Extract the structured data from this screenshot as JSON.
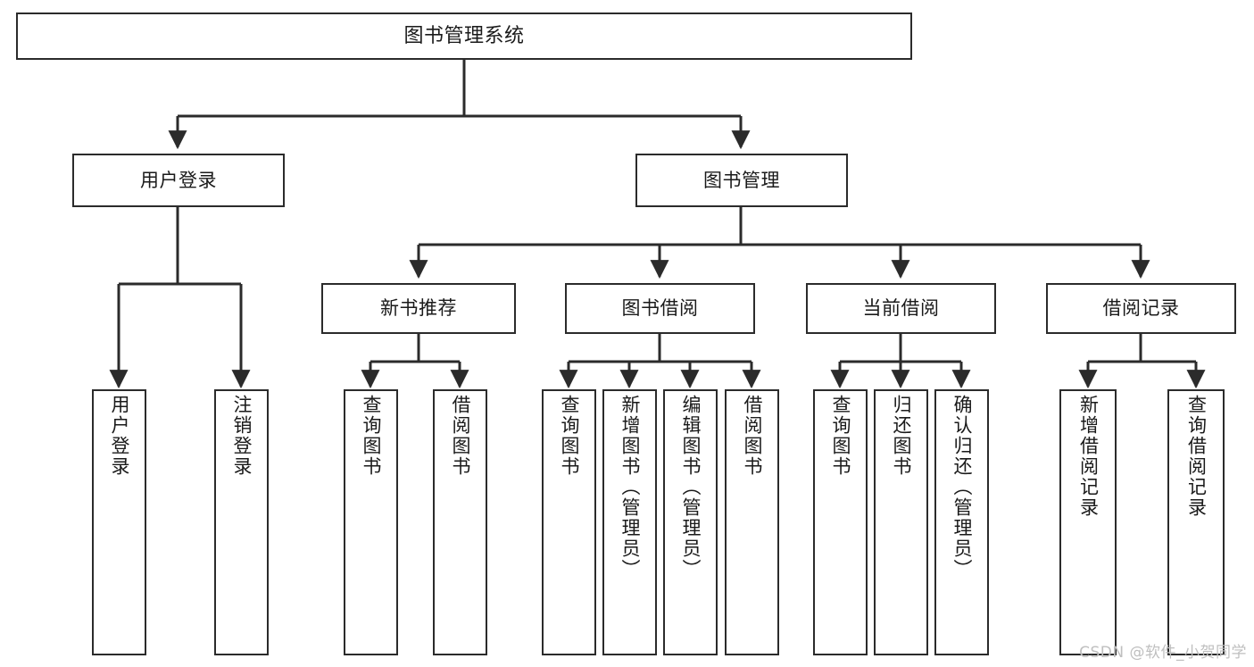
{
  "diagram": {
    "title": "图书管理系统",
    "type": "tree-hierarchy",
    "stroke_color": "#2b2b2b",
    "fill_color": "#ffffff",
    "text_color": "#1a1a1a"
  },
  "watermark": {
    "text": "CSDN @软件_小贺同学",
    "color": "#bfbfbf"
  },
  "nodes": {
    "root": {
      "label": "图书管理系统",
      "level": 0
    },
    "l1": [
      {
        "id": "user_login",
        "label": "用户登录"
      },
      {
        "id": "book_manage",
        "label": "图书管理"
      }
    ],
    "l2": [
      {
        "id": "new_book_rec",
        "label": "新书推荐"
      },
      {
        "id": "book_borrow",
        "label": "图书借阅"
      },
      {
        "id": "current_borrow",
        "label": "当前借阅"
      },
      {
        "id": "borrow_record",
        "label": "借阅记录"
      }
    ],
    "leaves": {
      "user_login": [
        {
          "id": "leaf_user_login",
          "label": "用户登录"
        },
        {
          "id": "leaf_logout",
          "label": "注销登录"
        }
      ],
      "new_book_rec": [
        {
          "id": "leaf_query_book_1",
          "label": "查询图书"
        },
        {
          "id": "leaf_borrow_book_1",
          "label": "借阅图书"
        }
      ],
      "book_borrow": [
        {
          "id": "leaf_query_book_2",
          "label": "查询图书"
        },
        {
          "id": "leaf_add_book",
          "label": "新增图书（管理员）"
        },
        {
          "id": "leaf_edit_book",
          "label": "编辑图书（管理员）"
        },
        {
          "id": "leaf_borrow_book_2",
          "label": "借阅图书"
        }
      ],
      "current_borrow": [
        {
          "id": "leaf_query_book_3",
          "label": "查询图书"
        },
        {
          "id": "leaf_return_book",
          "label": "归还图书"
        },
        {
          "id": "leaf_confirm_return",
          "label": "确认归还（管理员）"
        }
      ],
      "borrow_record": [
        {
          "id": "leaf_add_record",
          "label": "新增借阅记录"
        },
        {
          "id": "leaf_query_record",
          "label": "查询借阅记录"
        }
      ]
    }
  }
}
